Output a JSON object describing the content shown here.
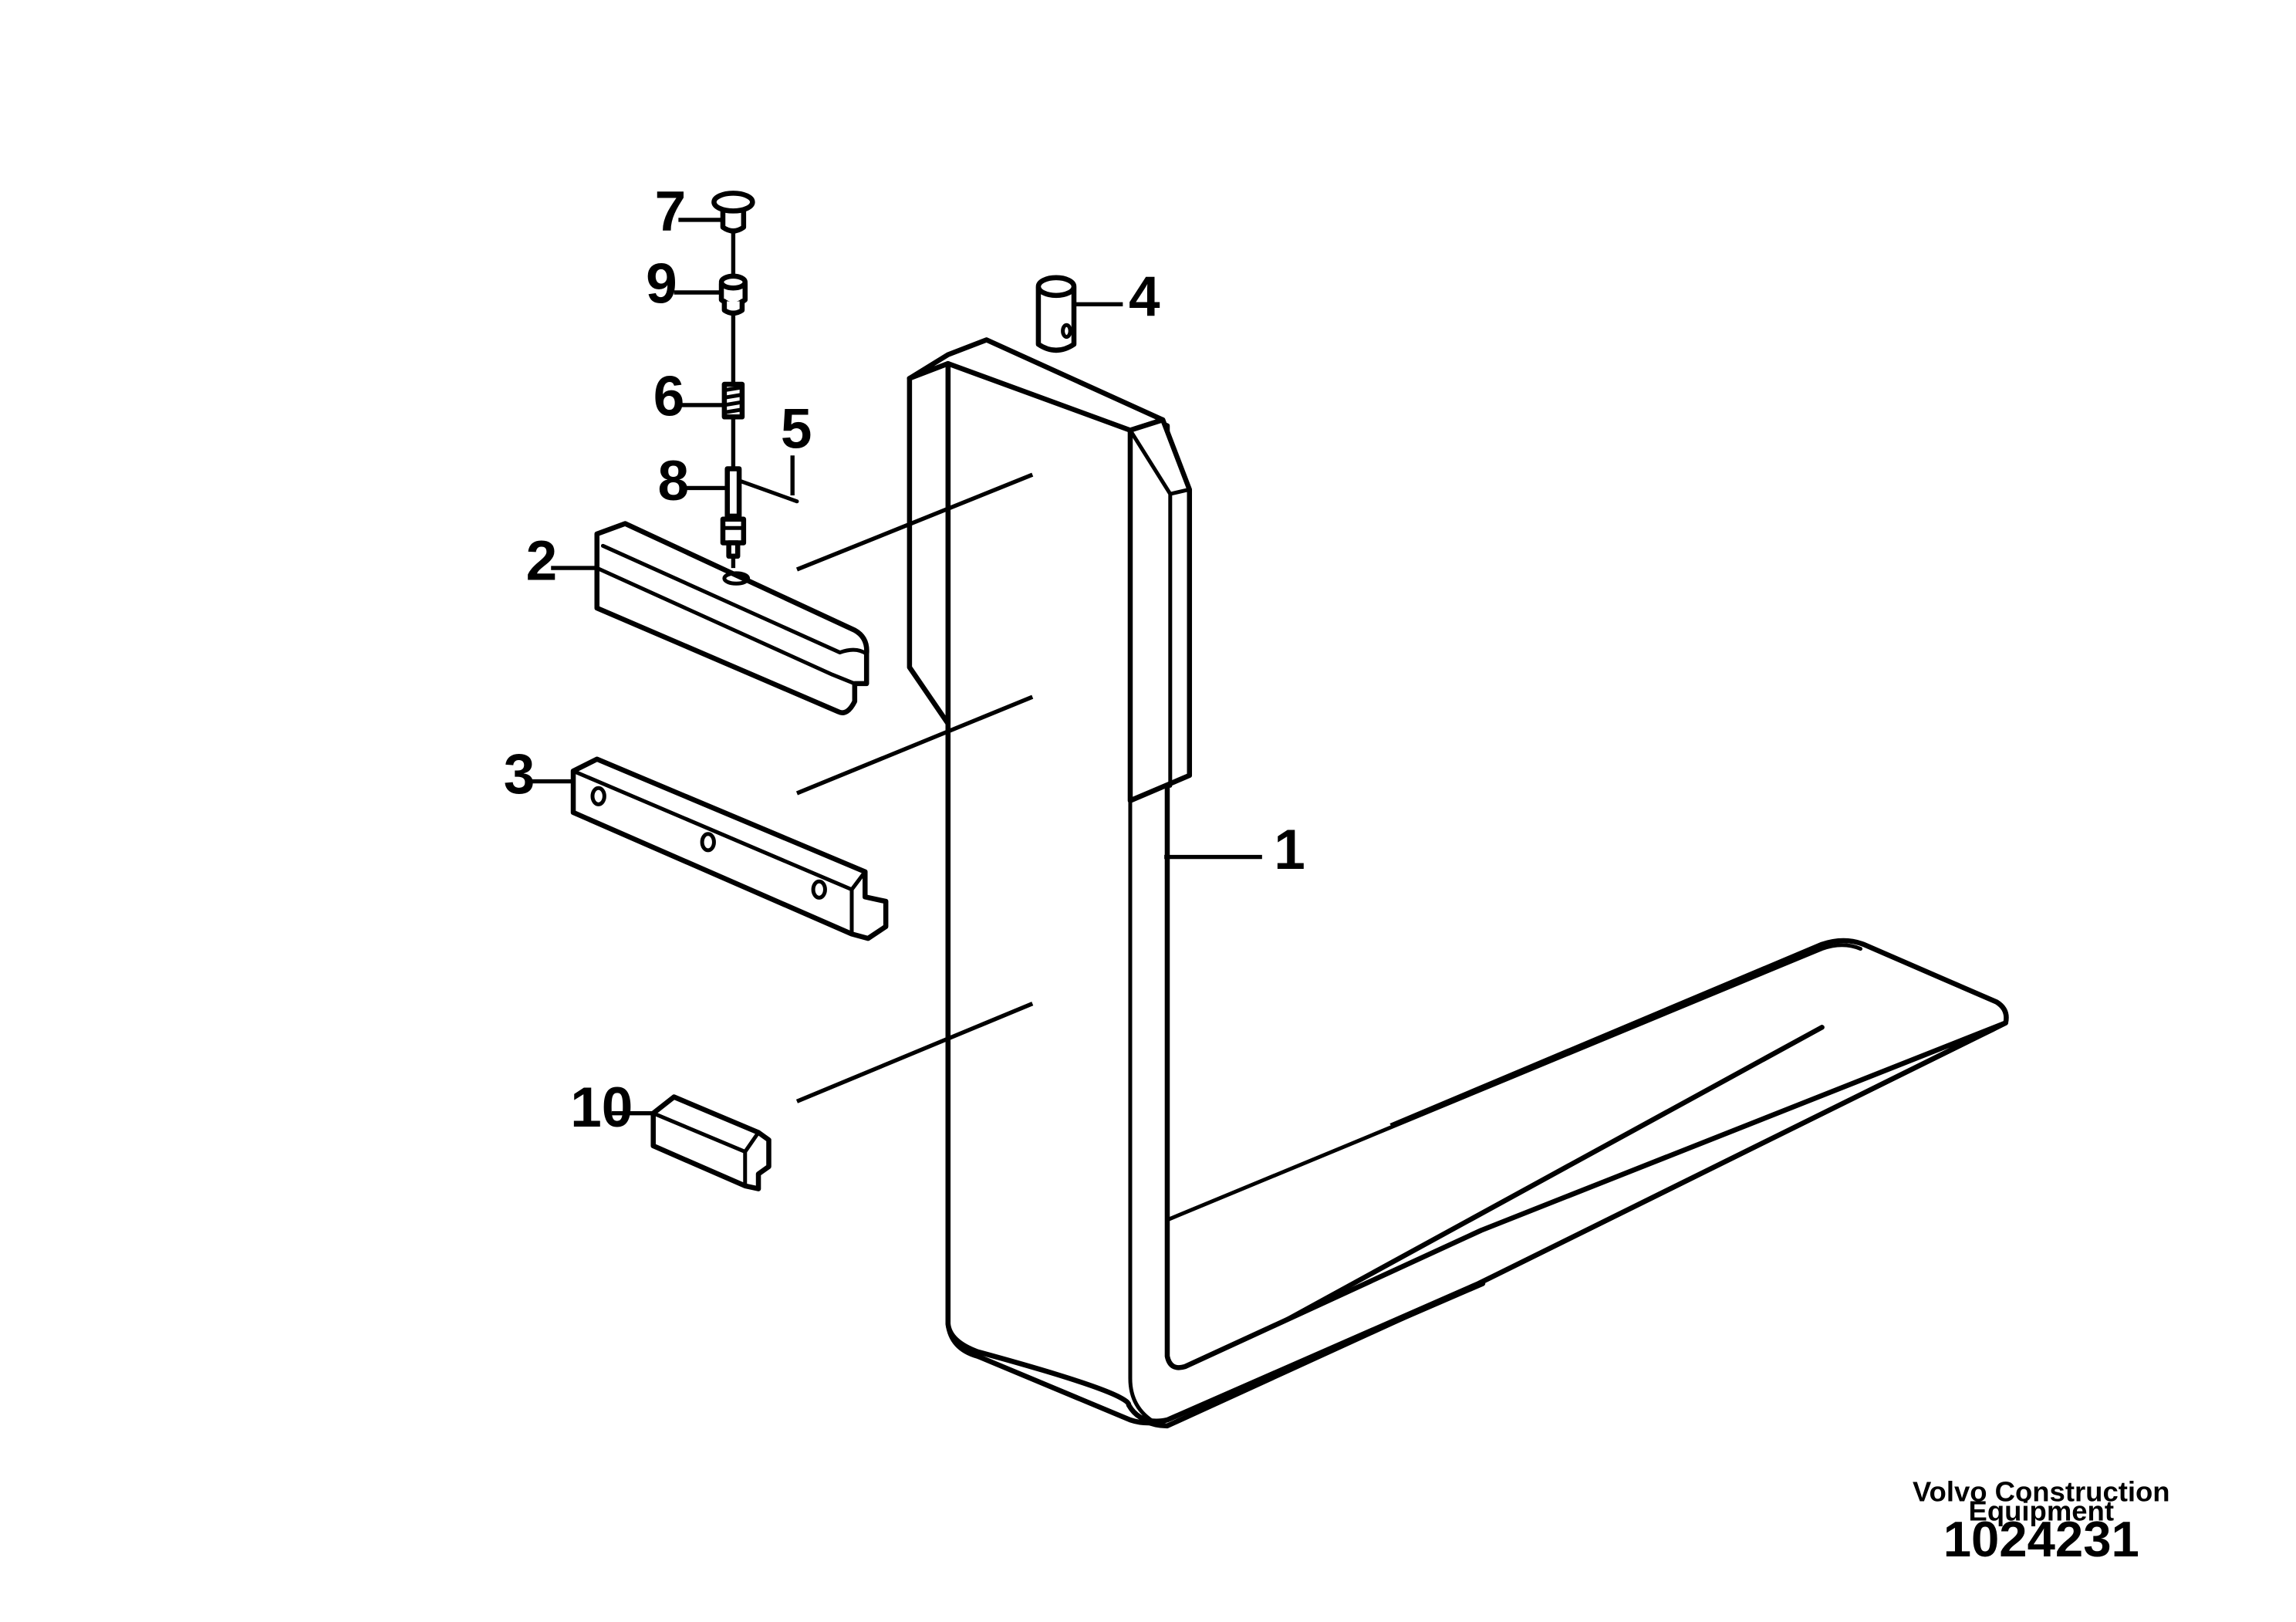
{
  "callouts": {
    "c1": "1",
    "c2": "2",
    "c3": "3",
    "c4": "4",
    "c5": "5",
    "c6": "6",
    "c7": "7",
    "c8": "8",
    "c9": "9",
    "c10": "10"
  },
  "footer": {
    "company_line1": "Volvo Construction",
    "company_line2": "Equipment",
    "drawing_number": "1024231"
  }
}
